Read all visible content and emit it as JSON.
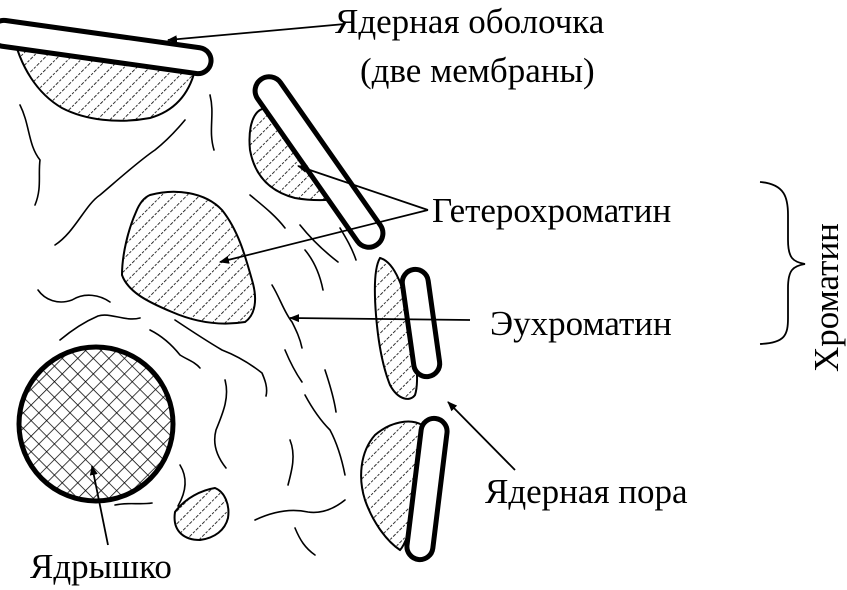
{
  "labels": {
    "envelope_line1": "Ядерная оболочка",
    "envelope_line2": "(две мембраны)",
    "heterochromatin": "Гетерохроматин",
    "euchromatin": "Эухроматин",
    "chromatin": "Хроматин",
    "nuclear_pore": "Ядерная пора",
    "nucleolus": "Ядрышко"
  }
}
